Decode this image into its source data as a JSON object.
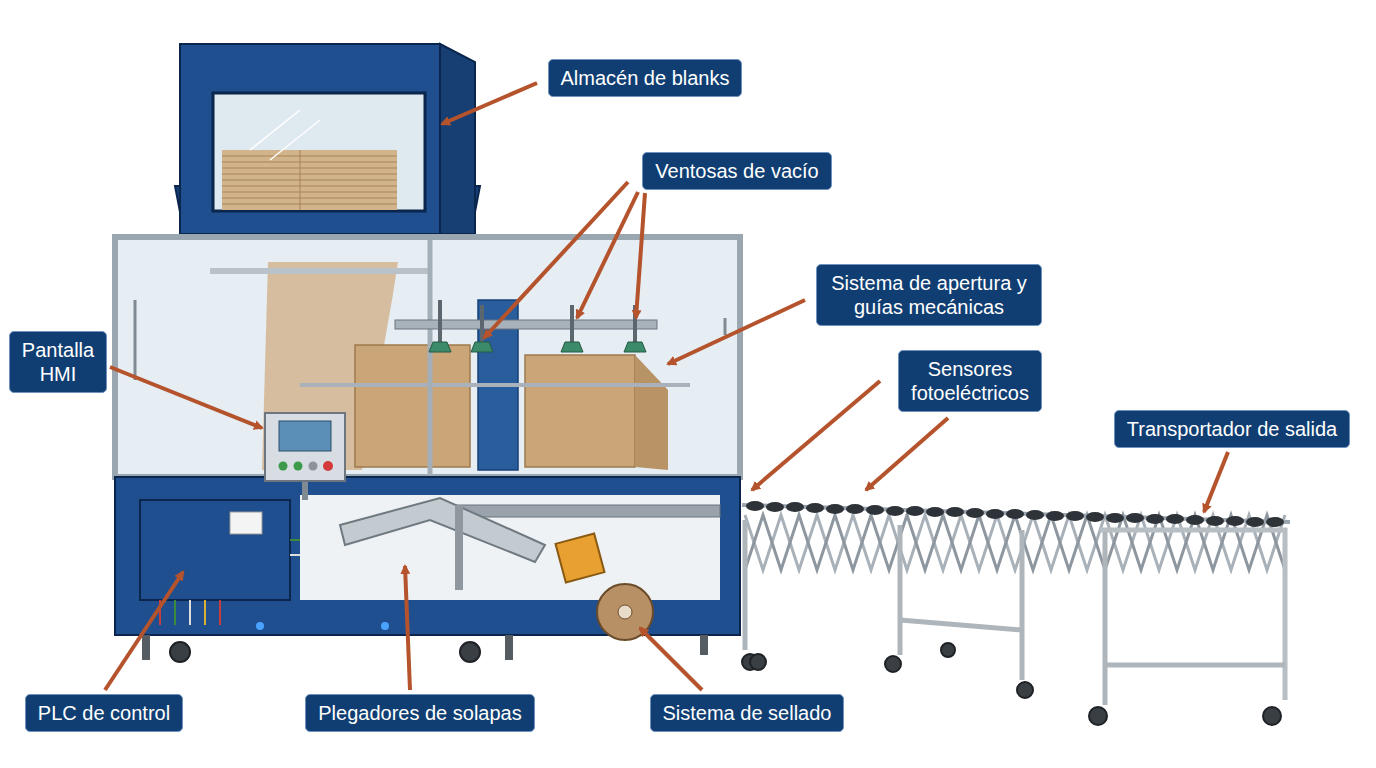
{
  "diagram": {
    "nodes": [
      {
        "text": [
          "Almacén de blanks"
        ]
      },
      {
        "text": [
          "Ventosas de vacío"
        ]
      },
      {
        "text": [
          "Sistema de apertura y guías mecánicas"
        ]
      },
      {
        "text": [
          "Pantalla HMI"
        ]
      },
      {
        "text": [
          "Sensores fotoeléctricos"
        ]
      },
      {
        "text": [
          "Transportador de salida"
        ]
      },
      {
        "text": [
          "PLC de control"
        ]
      },
      {
        "text": [
          "Plegadores de solapas"
        ]
      },
      {
        "text": [
          "Sistema de sellado"
        ]
      }
    ]
  }
}
